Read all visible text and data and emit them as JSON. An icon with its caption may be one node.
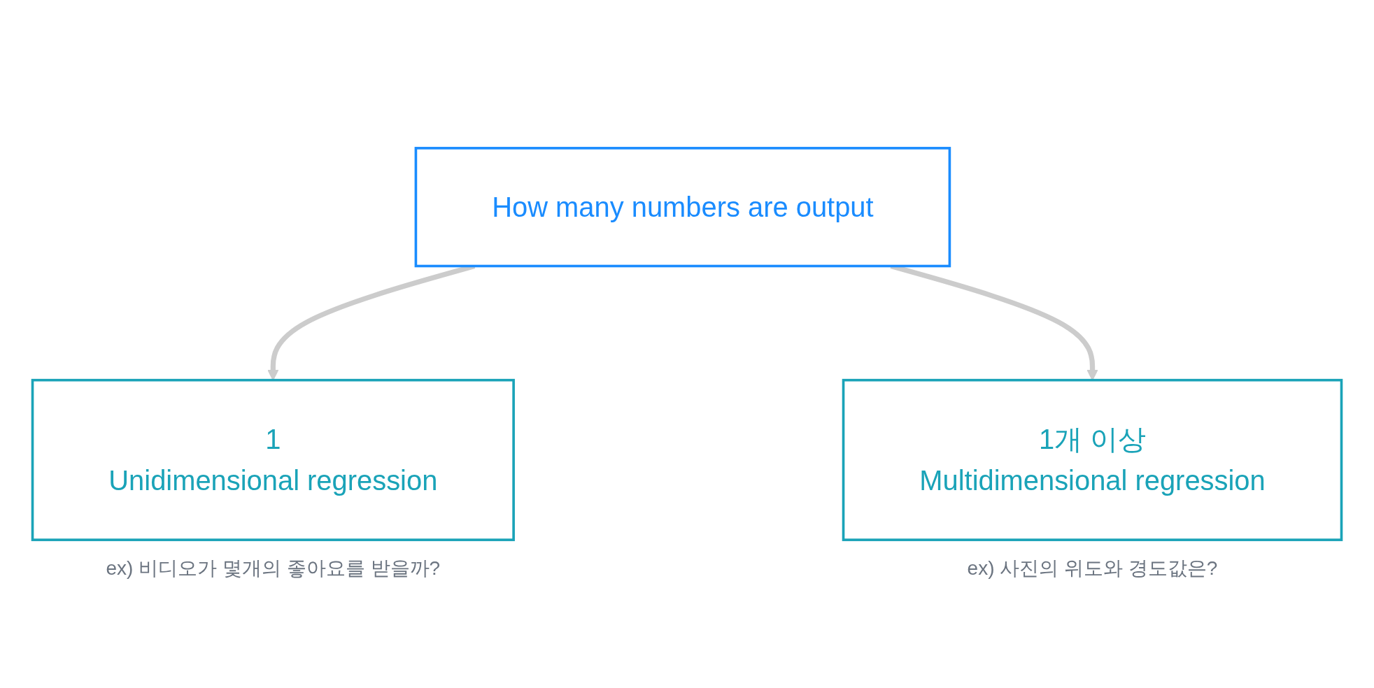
{
  "diagram": {
    "nodes": [
      {
        "text": [
          "How many numbers are output"
        ]
      },
      {
        "text": [
          "1",
          "Unidimensional regression"
        ],
        "beside": [
          "ex) 비디오가 몇개의 좋아요를 받을까?"
        ]
      },
      {
        "text": [
          "1개 이상",
          "Multidimensional regression"
        ],
        "beside": [
          "ex) 사진의 위도와 경도값은?"
        ]
      }
    ],
    "edges": [
      {
        "from": 0,
        "to": 1,
        "arrow": "to"
      },
      {
        "from": 0,
        "to": 2,
        "arrow": "to"
      }
    ]
  }
}
